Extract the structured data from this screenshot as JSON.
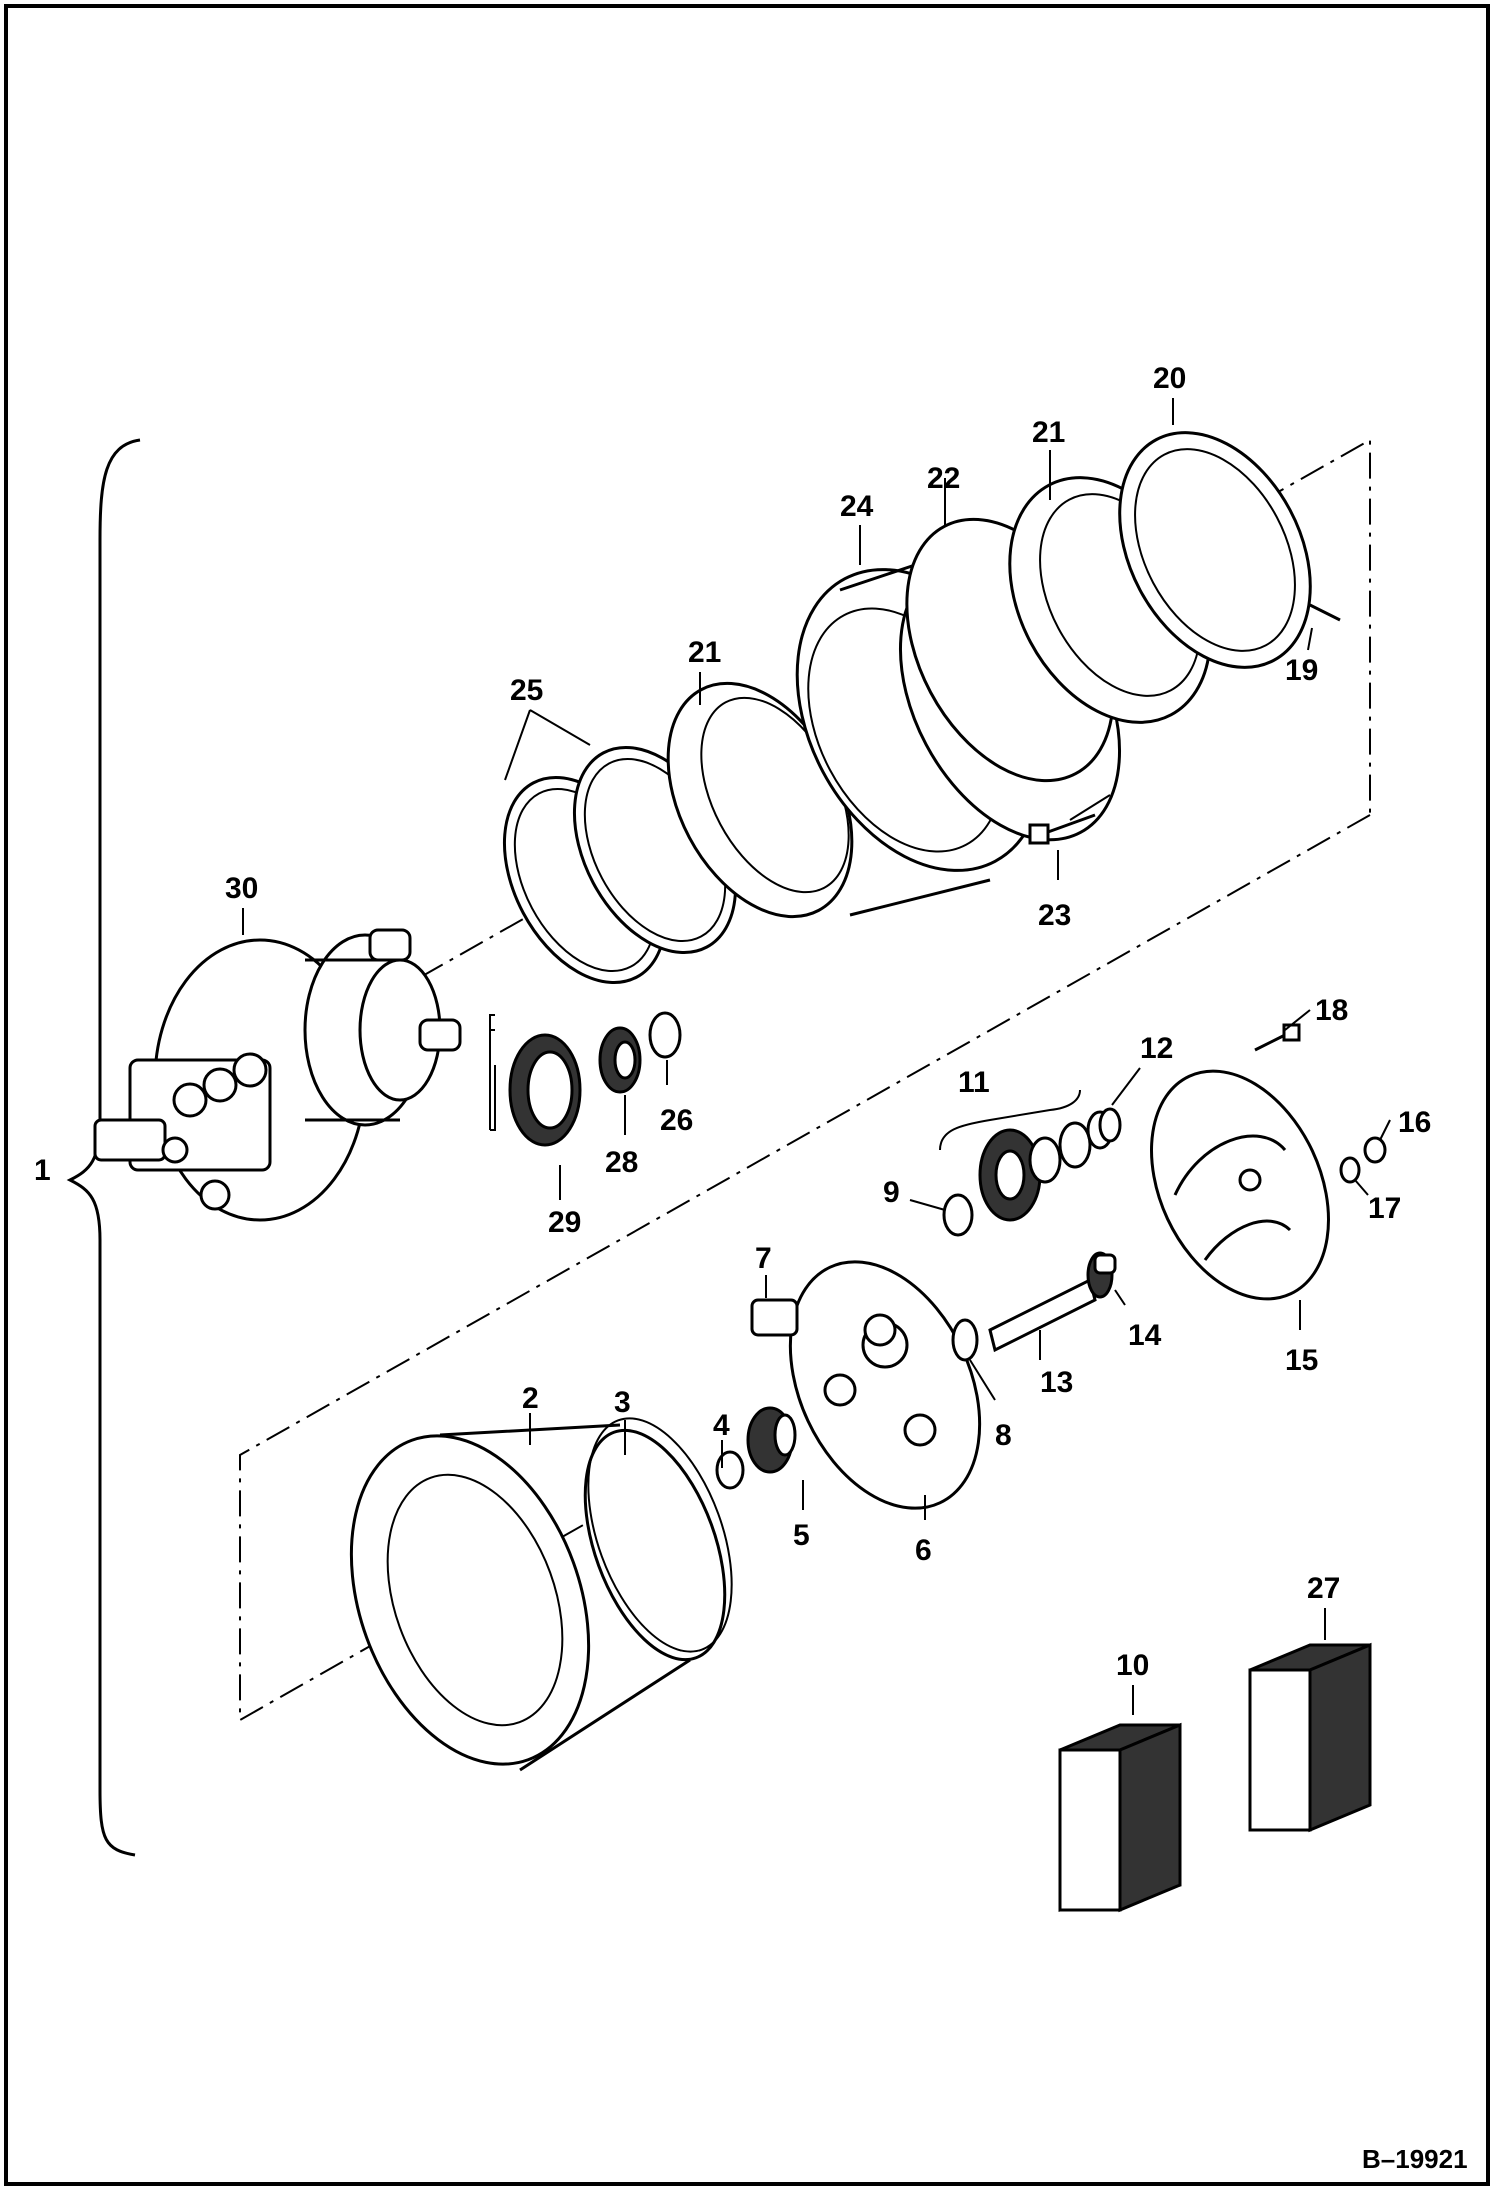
{
  "figure_number": "B–19921",
  "callouts": [
    {
      "id": "c1",
      "text": "1"
    },
    {
      "id": "c2",
      "text": "2"
    },
    {
      "id": "c3",
      "text": "3"
    },
    {
      "id": "c4",
      "text": "4"
    },
    {
      "id": "c5",
      "text": "5"
    },
    {
      "id": "c6",
      "text": "6"
    },
    {
      "id": "c7",
      "text": "7"
    },
    {
      "id": "c8",
      "text": "8"
    },
    {
      "id": "c9",
      "text": "9"
    },
    {
      "id": "c10",
      "text": "10"
    },
    {
      "id": "c11",
      "text": "11"
    },
    {
      "id": "c12",
      "text": "12"
    },
    {
      "id": "c13",
      "text": "13"
    },
    {
      "id": "c14",
      "text": "14"
    },
    {
      "id": "c15",
      "text": "15"
    },
    {
      "id": "c16",
      "text": "16"
    },
    {
      "id": "c17",
      "text": "17"
    },
    {
      "id": "c18",
      "text": "18"
    },
    {
      "id": "c19",
      "text": "19"
    },
    {
      "id": "c20",
      "text": "20"
    },
    {
      "id": "c21a",
      "text": "21"
    },
    {
      "id": "c21b",
      "text": "21"
    },
    {
      "id": "c22",
      "text": "22"
    },
    {
      "id": "c23",
      "text": "23"
    },
    {
      "id": "c24",
      "text": "24"
    },
    {
      "id": "c25",
      "text": "25"
    },
    {
      "id": "c26",
      "text": "26"
    },
    {
      "id": "c27",
      "text": "27"
    },
    {
      "id": "c28",
      "text": "28"
    },
    {
      "id": "c29",
      "text": "29"
    },
    {
      "id": "c30",
      "text": "30"
    }
  ]
}
